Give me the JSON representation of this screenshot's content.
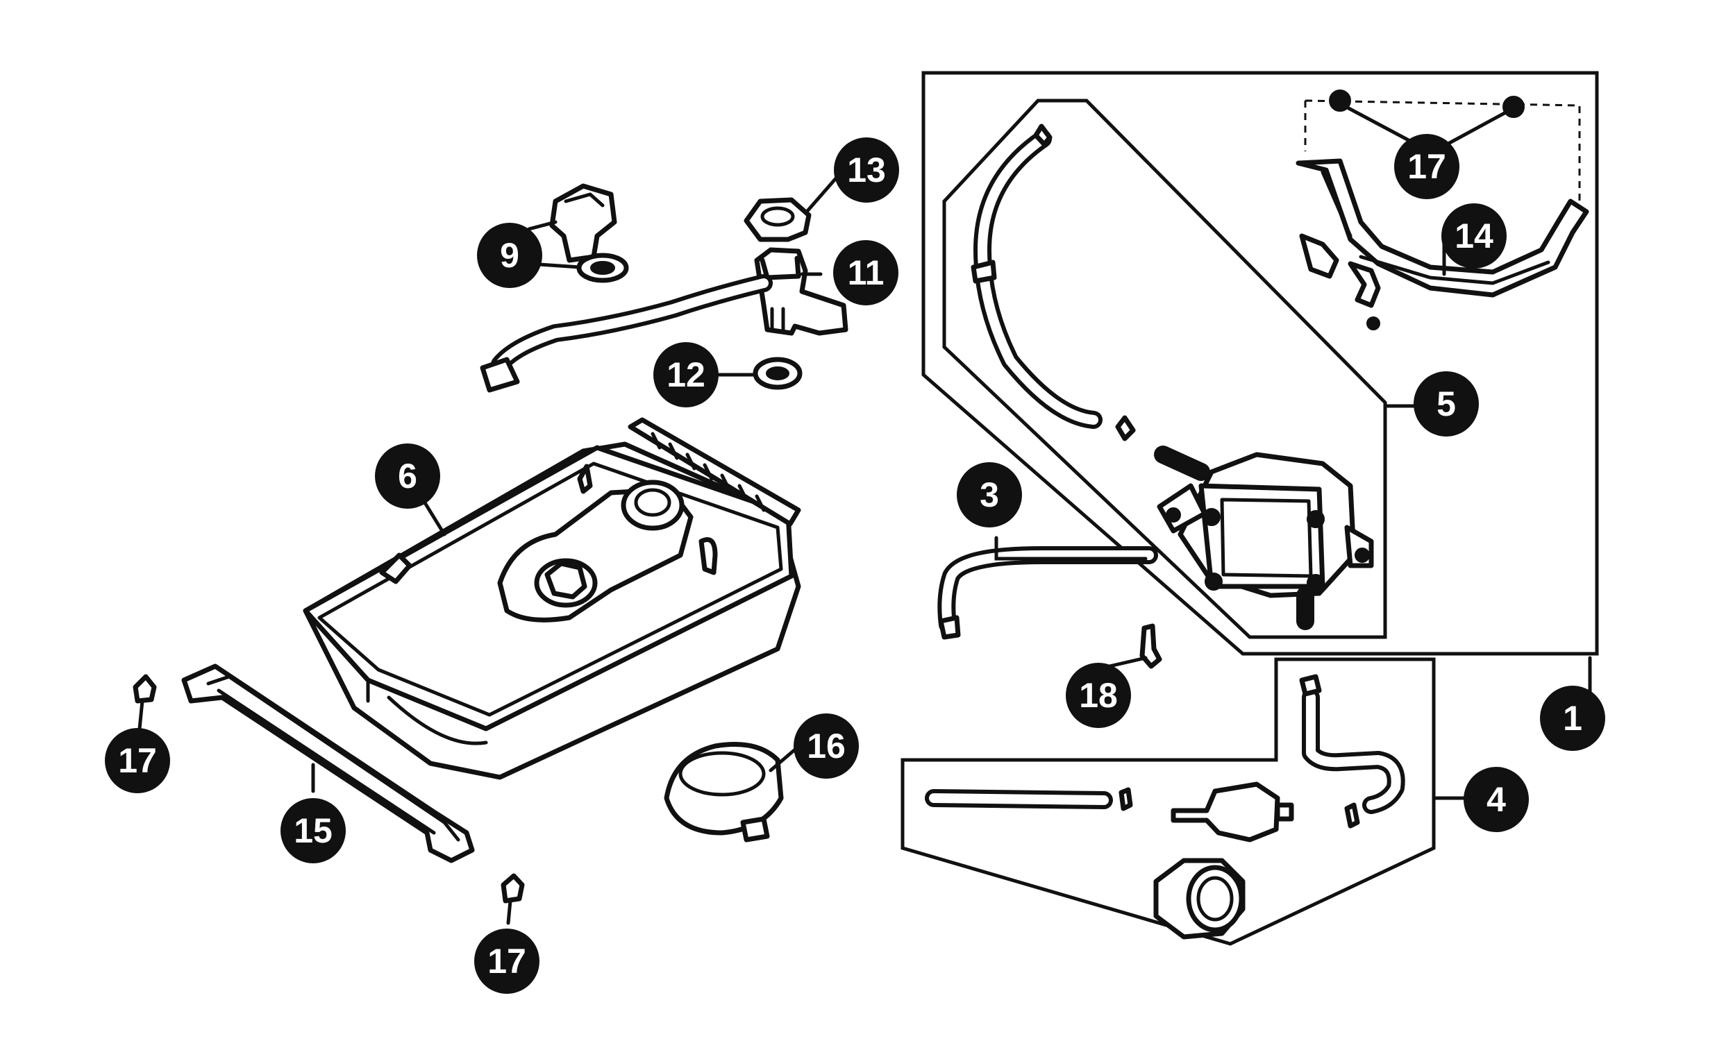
{
  "callouts": {
    "c1": "1",
    "c3": "3",
    "c4": "4",
    "c5": "5",
    "c6": "6",
    "c9": "9",
    "c11": "11",
    "c12": "12",
    "c13": "13",
    "c14": "14",
    "c15": "15",
    "c16": "16",
    "c17a": "17",
    "c17b": "17",
    "c17c": "17",
    "c18": "18"
  },
  "colors": {
    "line": "#111111",
    "background": "#ffffff"
  }
}
